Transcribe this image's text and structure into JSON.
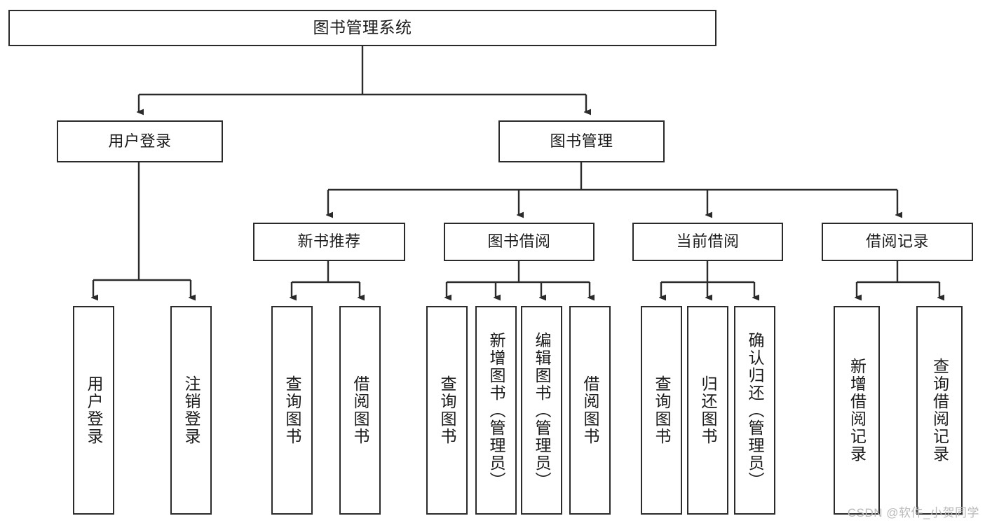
{
  "diagram": {
    "title": "图书管理系统",
    "watermark": "CSDN @软件_小贺同学",
    "type": "tree-hierarchy",
    "root": {
      "id": "root",
      "label": "图书管理系统"
    },
    "level1": [
      {
        "id": "user-login",
        "label": "用户登录"
      },
      {
        "id": "book-manage",
        "label": "图书管理"
      }
    ],
    "level2": [
      {
        "id": "new-book-rec",
        "label": "新书推荐",
        "parent": "book-manage"
      },
      {
        "id": "book-borrow",
        "label": "图书借阅",
        "parent": "book-manage"
      },
      {
        "id": "current-borrow",
        "label": "当前借阅",
        "parent": "book-manage"
      },
      {
        "id": "borrow-record",
        "label": "借阅记录",
        "parent": "book-manage"
      }
    ],
    "leaves": {
      "user_login": [
        {
          "id": "leaf-user-login",
          "label": "用户登录"
        },
        {
          "id": "leaf-logout",
          "label": "注销登录"
        }
      ],
      "new_book_rec": [
        {
          "id": "leaf-query-book-1",
          "label": "查询图书"
        },
        {
          "id": "leaf-borrow-book-1",
          "label": "借阅图书"
        }
      ],
      "book_borrow": [
        {
          "id": "leaf-query-book-2",
          "label": "查询图书"
        },
        {
          "id": "leaf-add-book",
          "label": "新增图书（管理员）"
        },
        {
          "id": "leaf-edit-book",
          "label": "编辑图书（管理员）"
        },
        {
          "id": "leaf-borrow-book-2",
          "label": "借阅图书"
        }
      ],
      "current_borrow": [
        {
          "id": "leaf-query-book-3",
          "label": "查询图书"
        },
        {
          "id": "leaf-return-book",
          "label": "归还图书"
        },
        {
          "id": "leaf-confirm-return",
          "label": "确认归还（管理员）"
        }
      ],
      "borrow_record": [
        {
          "id": "leaf-add-record",
          "label": "新增借阅记录"
        },
        {
          "id": "leaf-query-record",
          "label": "查询借阅记录"
        }
      ]
    },
    "colors": {
      "border": "#2b2b2b",
      "background": "#ffffff",
      "text": "#1b1b1b",
      "watermark": "#b9b9b9"
    }
  }
}
